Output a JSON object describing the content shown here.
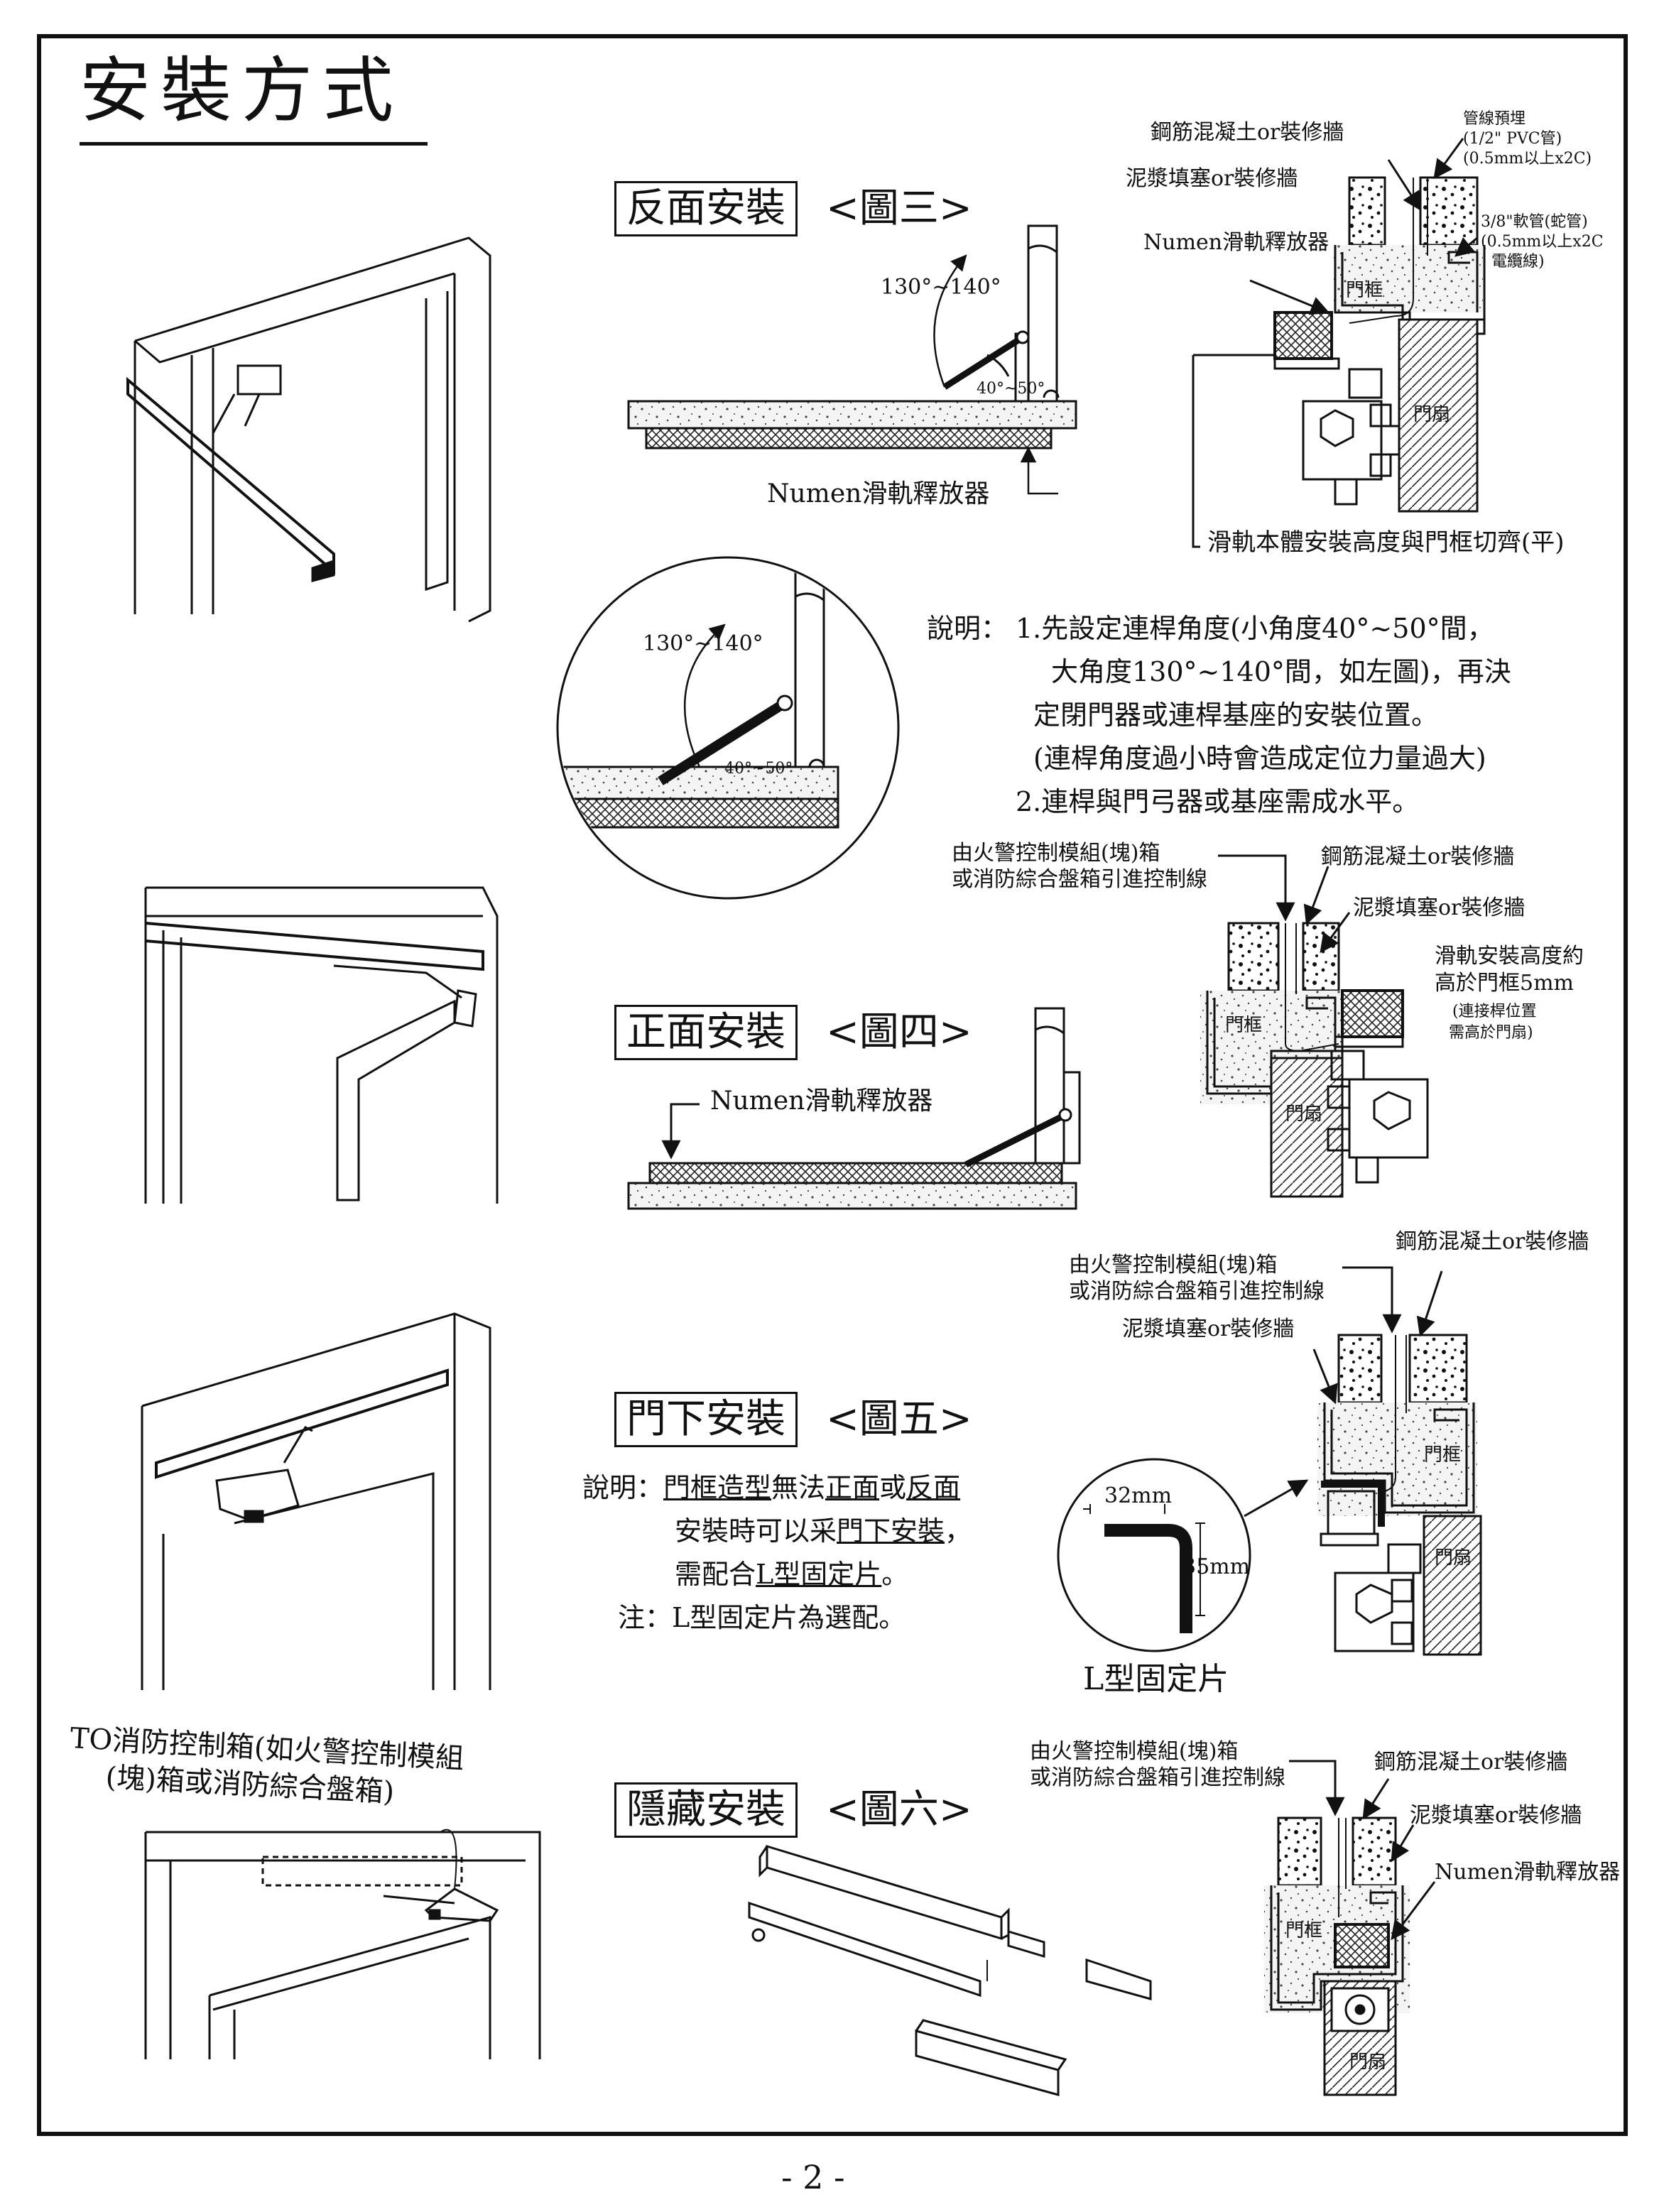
{
  "page": {
    "title": "安裝方式",
    "page_number": "- 2 -"
  },
  "sections": {
    "reverse": {
      "title": "反面安裝",
      "figure": "<圖三>",
      "angle_large": "130°~140°",
      "angle_small": "40°~50°",
      "release_label": "Numen滑軌釋放器"
    },
    "reverse_detail": {
      "wall_label": "鋼筋混凝土or裝修牆",
      "fill_label": "泥漿填塞or裝修牆",
      "release_label": "Numen滑軌釋放器",
      "conduit_label_1": "管線預埋",
      "conduit_label_2": "(1/2\" PVC管)",
      "conduit_label_3": "(0.5mm以上x2C)",
      "hose_label_1": "3/8\"軟管(蛇管)",
      "hose_label_2": "(0.5mm以上x2C",
      "hose_label_3": "電纜線)",
      "frame_label": "門框",
      "door_label": "門扇",
      "height_note": "滑軌本體安裝高度與門框切齊(平)"
    },
    "circle_detail": {
      "angle_large": "130°~140°",
      "angle_small": "40°~50°"
    },
    "notes": {
      "prefix": "說明：",
      "line1": "1.先設定連桿角度(小角度40°~50°間，",
      "line2": "大角度130°~140°間，如左圖)，再決",
      "line3": "定閉門器或連桿基座的安裝位置。",
      "line4": "(連桿角度過小時會造成定位力量過大)",
      "line5": "2.連桿與門弓器或基座需成水平。"
    },
    "front": {
      "title": "正面安裝",
      "figure": "<圖四>",
      "release_label": "Numen滑軌釋放器"
    },
    "front_detail": {
      "control_label_1": "由火警控制模組(塊)箱",
      "control_label_2": "或消防綜合盤箱引進控制線",
      "wall_label": "鋼筋混凝土or裝修牆",
      "fill_label": "泥漿填塞or裝修牆",
      "height_note_1": "滑軌安裝高度約",
      "height_note_2": "高於門框5mm",
      "height_note_3": "(連接桿位置",
      "height_note_4": "需高於門扇)",
      "frame_label": "門框",
      "door_label": "門扇"
    },
    "under": {
      "title": "門下安裝",
      "figure": "<圖五>",
      "desc_prefix": "說明：",
      "desc_a": "門框造型",
      "desc_b": "無法",
      "desc_c": "正面",
      "desc_d": "或",
      "desc_e": "反面",
      "desc_line2a": "安裝時可以采",
      "desc_line2b": "門下安裝",
      "desc_line2c": "，",
      "desc_line3a": "需配合",
      "desc_line3b": "L型固定片",
      "desc_line3c": "。",
      "note_line": "注：L型固定片為選配。",
      "bracket_width": "32mm",
      "bracket_height": "35mm",
      "bracket_label": "L型固定片"
    },
    "under_detail": {
      "control_label_1": "由火警控制模組(塊)箱",
      "control_label_2": "或消防綜合盤箱引進控制線",
      "wall_label": "鋼筋混凝土or裝修牆",
      "fill_label": "泥漿填塞or裝修牆",
      "frame_label": "門框",
      "door_label": "門扇"
    },
    "hidden": {
      "title": "隱藏安裝",
      "figure": "<圖六>",
      "to_label_1": "TO消防控制箱(如火警控制模組",
      "to_label_2": "(塊)箱或消防綜合盤箱)"
    },
    "hidden_detail": {
      "control_label_1": "由火警控制模組(塊)箱",
      "control_label_2": "或消防綜合盤箱引進控制線",
      "wall_label": "鋼筋混凝土or裝修牆",
      "fill_label": "泥漿填塞or裝修牆",
      "release_label": "Numen滑軌釋放器",
      "frame_label": "門框",
      "door_label": "門扇"
    }
  },
  "colors": {
    "ink": "#111111",
    "concrete": "#f2f2f2"
  }
}
